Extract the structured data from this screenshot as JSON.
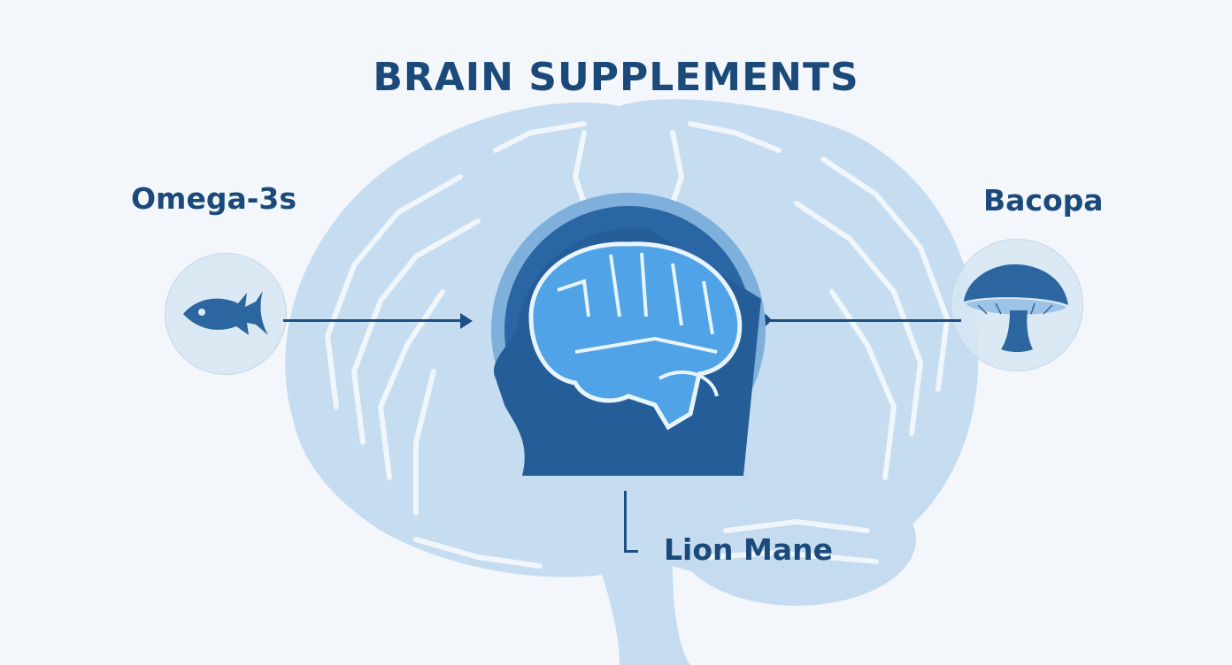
{
  "title": "BRAIN SUPPLEMENTS",
  "supplements": [
    {
      "name": "Omega-3s",
      "icon": "fish-icon",
      "position": "left"
    },
    {
      "name": "Bacopa",
      "icon": "mushroom-icon",
      "position": "right"
    },
    {
      "name": "Lion Mane",
      "icon": "none",
      "position": "bottom"
    }
  ],
  "center": {
    "icon": "head-with-brain-icon"
  },
  "colors": {
    "background": "#f3f7fb",
    "title": "#1b4a7a",
    "accent_dark": "#2a66a3",
    "accent_light": "#bcd7ef",
    "glow": "#4fa3e6"
  }
}
